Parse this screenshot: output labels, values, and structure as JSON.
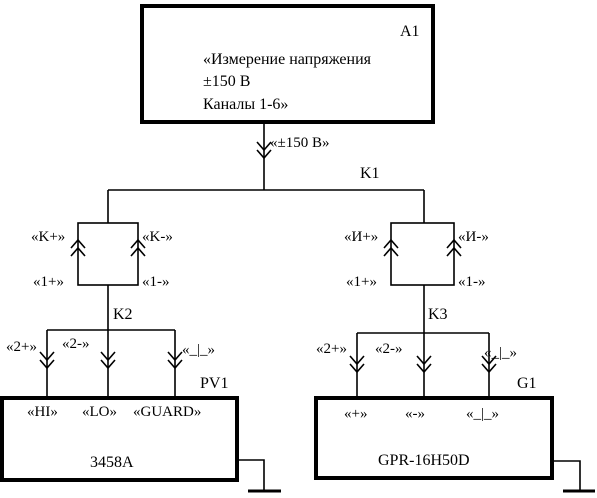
{
  "block_a1": {
    "id": "A1",
    "line1": "«Измерение напряжения",
    "line2": "±150 В",
    "line3": "Каналы 1-6»"
  },
  "a1_output": "«±150 В»",
  "switch_k1": "K1",
  "left_branch": {
    "top_left": "«K+»",
    "top_right": "«K-»",
    "bottom_left": "«1+»",
    "bottom_right": "«1-»",
    "switch": "K2",
    "out_1": "«2+»",
    "out_2": "«2-»",
    "out_3": "«_|_»"
  },
  "right_branch": {
    "top_left": "«И+»",
    "top_right": "«И-»",
    "bottom_left": "«1+»",
    "bottom_right": "«1-»",
    "switch": "K3",
    "out_1": "«2+»",
    "out_2": "«2-»",
    "out_3": "«_|_»"
  },
  "device_pv1": {
    "id": "PV1",
    "term_hi": "«HI»",
    "term_lo": "«LO»",
    "term_guard": "«GUARD»",
    "model": "3458A"
  },
  "device_g1": {
    "id": "G1",
    "term_plus": "«+»",
    "term_minus": "«-»",
    "term_ground": "«_|_»",
    "model": "GPR-16H50D"
  }
}
